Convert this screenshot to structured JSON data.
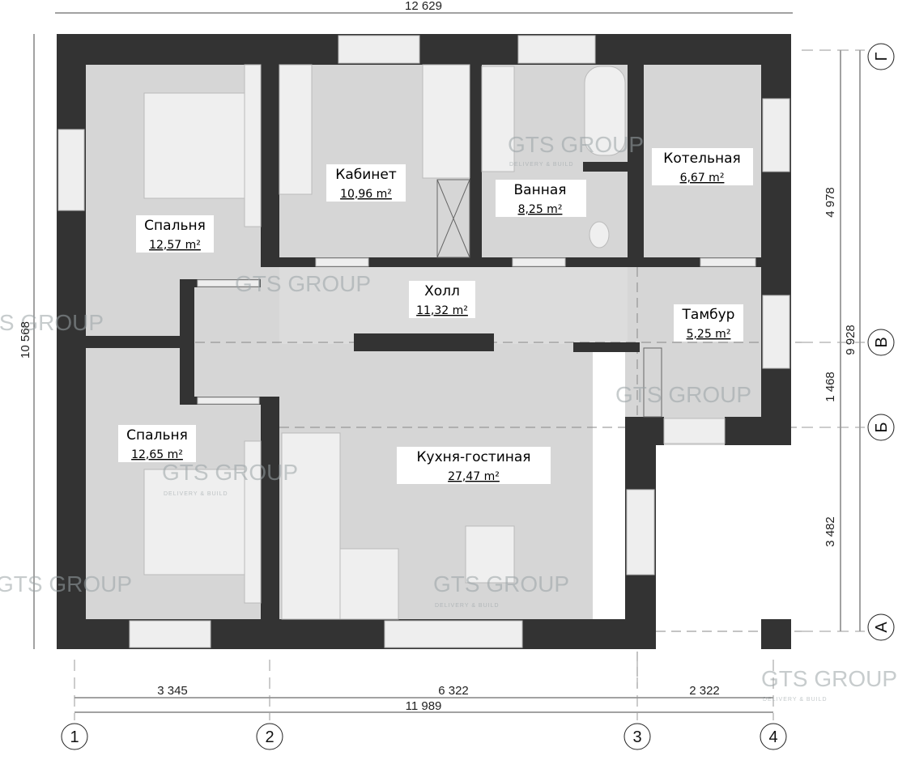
{
  "dimensions": {
    "top_total": "12 629",
    "left_total": "10 568",
    "bottom_segments": [
      "3 345",
      "6 322",
      "2 322"
    ],
    "bottom_total": "11 989",
    "right_segments": [
      "4 978",
      "1 468",
      "3 482"
    ],
    "right_total": "9 928"
  },
  "axes": {
    "vertical": [
      "1",
      "2",
      "3",
      "4"
    ],
    "horizontal": [
      "Г",
      "В",
      "Б",
      "А"
    ]
  },
  "rooms": [
    {
      "name": "Спальня",
      "area": "12,57 m²"
    },
    {
      "name": "Кабинет",
      "area": "10,96 m²"
    },
    {
      "name": "Ванная",
      "area": "8,25 m²"
    },
    {
      "name": "Котельная",
      "area": "6,67 m²"
    },
    {
      "name": "Холл",
      "area": "11,32 m²"
    },
    {
      "name": "Тамбур",
      "area": "5,25 m²"
    },
    {
      "name": "Спальня",
      "area": "12,65 m²"
    },
    {
      "name": "Кухня-гостиная",
      "area": "27,47 m²"
    }
  ],
  "watermark": {
    "brand": "GTS GROUP",
    "tagline": "DELIVERY & BUILD"
  },
  "colors": {
    "wall": "#333333",
    "floor": "#d6d6d6",
    "window": "#eeeeee"
  }
}
